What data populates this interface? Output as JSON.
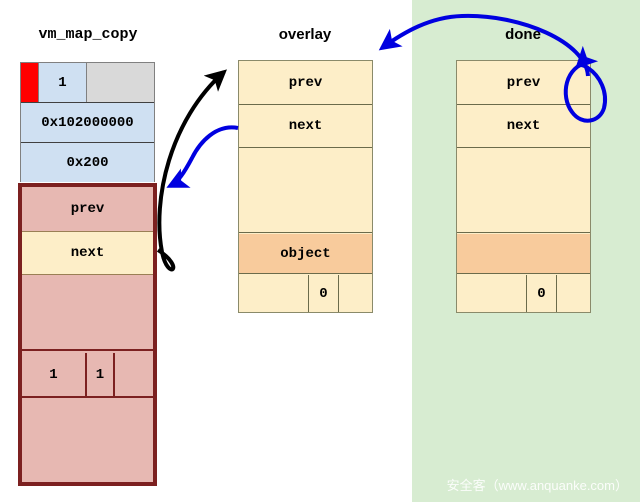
{
  "diagram": {
    "title_vm_map_copy": "vm_map_copy",
    "title_overlay": "overlay",
    "title_done": "done",
    "watermark": "安全客（www.anquanke.com）",
    "colors": {
      "green_panel": "#d7ecd1",
      "header_blue": "#cfe0f2",
      "header_gray": "#d9d9d9",
      "header_red": "#ff0000",
      "body_rose": "#e7b8b2",
      "body_border": "#7c2020",
      "cream": "#fdeec8",
      "object_orange": "#f8cb9c",
      "arrow_blue": "#0000e0",
      "arrow_black": "#000000"
    }
  },
  "vm_map_copy": {
    "header_rows": [
      {
        "name": "type-row",
        "cells": [
          {
            "label": "",
            "fill": "red"
          },
          {
            "label": "1",
            "fill": "blue"
          },
          {
            "label": "",
            "fill": "gray"
          }
        ]
      },
      {
        "name": "offset-row",
        "cells": [
          {
            "label": "0x102000000",
            "fill": "blue"
          }
        ]
      },
      {
        "name": "size-row",
        "cells": [
          {
            "label": "0x200",
            "fill": "blue"
          }
        ]
      }
    ],
    "body_rows": [
      {
        "name": "prev-row",
        "label": "prev",
        "fill": "rose"
      },
      {
        "name": "next-row",
        "label": "next",
        "fill": "cream"
      },
      {
        "name": "blank-row",
        "label": "",
        "fill": "rose"
      },
      {
        "name": "flags-row",
        "fill": "rose",
        "cells": [
          {
            "label": "1"
          },
          {
            "label": "1"
          },
          {
            "label": ""
          }
        ]
      },
      {
        "name": "tail-row",
        "label": "",
        "fill": "rose"
      }
    ]
  },
  "overlay": {
    "rows": [
      {
        "name": "prev-row",
        "label": "prev",
        "fill": "cream"
      },
      {
        "name": "next-row",
        "label": "next",
        "fill": "cream"
      },
      {
        "name": "blank-row",
        "label": "",
        "fill": "cream"
      },
      {
        "name": "object-row",
        "label": "object",
        "fill": "orange"
      },
      {
        "name": "counter-row",
        "fill": "cream",
        "cells": [
          {
            "label": ""
          },
          {
            "label": "0"
          },
          {
            "label": ""
          }
        ]
      }
    ]
  },
  "done": {
    "rows": [
      {
        "name": "prev-row",
        "label": "prev",
        "fill": "cream"
      },
      {
        "name": "next-row",
        "label": "next",
        "fill": "cream"
      },
      {
        "name": "blank-row",
        "label": "",
        "fill": "cream"
      },
      {
        "name": "object-row",
        "label": "",
        "fill": "orange"
      },
      {
        "name": "counter-row",
        "fill": "cream",
        "cells": [
          {
            "label": ""
          },
          {
            "label": "0"
          },
          {
            "label": ""
          }
        ]
      }
    ]
  },
  "arrows": [
    {
      "name": "black-arrow-next-to-overlay",
      "color": "#000000"
    },
    {
      "name": "blue-arrow-overlay-next-to-vm-map-copy",
      "color": "#0000e0"
    },
    {
      "name": "blue-arrow-done-to-overlay",
      "color": "#0000e0"
    },
    {
      "name": "blue-arrow-done-self-loop",
      "color": "#0000e0"
    }
  ]
}
